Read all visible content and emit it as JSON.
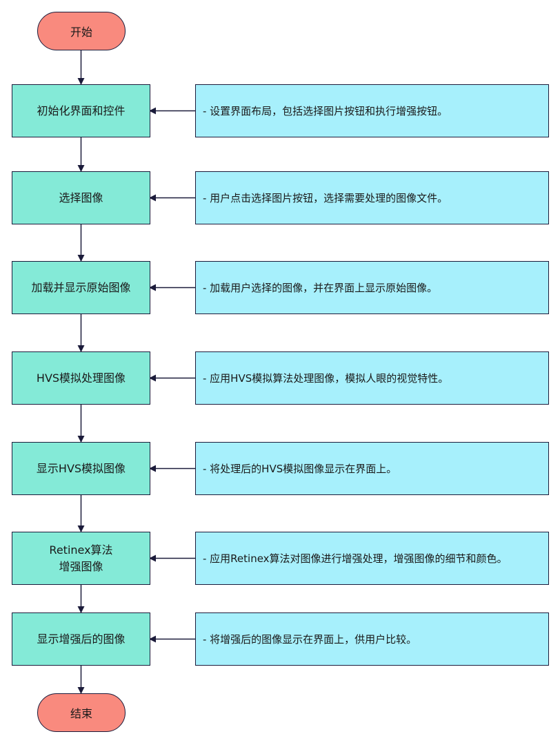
{
  "colors": {
    "terminal_fill": "#f98a7e",
    "step_fill": "#84ead7",
    "note_fill": "#a7f0fc",
    "line": "#1b1b3a"
  },
  "flow": {
    "start_label": "开始",
    "end_label": "结束",
    "steps": [
      {
        "label": "初始化界面和控件",
        "note": "- 设置界面布局，包括选择图片按钮和执行增强按钮。"
      },
      {
        "label": "选择图像",
        "note": "- 用户点击选择图片按钮，选择需要处理的图像文件。"
      },
      {
        "label": "加载并显示原始图像",
        "note": "- 加载用户选择的图像，并在界面上显示原始图像。"
      },
      {
        "label": "HVS模拟处理图像",
        "note": "- 应用HVS模拟算法处理图像，模拟人眼的视觉特性。"
      },
      {
        "label": "显示HVS模拟图像",
        "note": "- 将处理后的HVS模拟图像显示在界面上。"
      },
      {
        "label": "Retinex算法\n增强图像",
        "note": "- 应用Retinex算法对图像进行增强处理，增强图像的细节和颜色。"
      },
      {
        "label": "显示增强后的图像",
        "note": "- 将增强后的图像显示在界面上，供用户比较。"
      }
    ]
  }
}
